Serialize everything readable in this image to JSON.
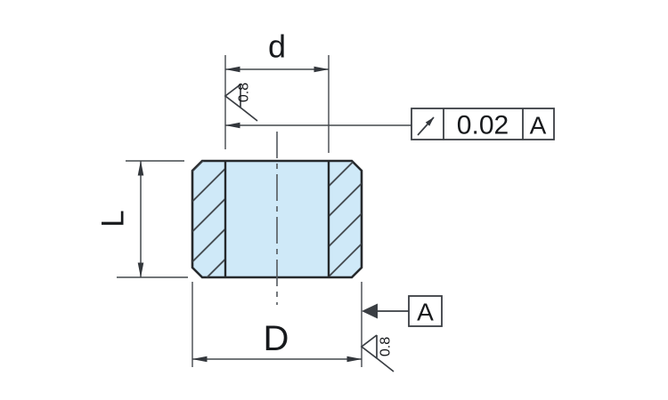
{
  "drawing": {
    "type": "technical-drawing",
    "subject": "bushing cross-section with dimensions and tolerances",
    "dimensions": {
      "bore_diameter_label": "d",
      "outer_diameter_label": "D",
      "length_label": "L"
    },
    "surface_finish_top": {
      "roughness_value": "0.8",
      "symbol": "machined-surface-roughness"
    },
    "surface_finish_bottom": {
      "roughness_value": "0.8",
      "symbol": "machined-surface-roughness"
    },
    "feature_control_frame": {
      "geometric_symbol": "circular-runout-icon",
      "tolerance_value": "0.02",
      "datum_reference": "A"
    },
    "datum_feature": {
      "label": "A"
    },
    "colors": {
      "part_fill": "#cfe9f8",
      "outline": "#26292c",
      "dimension_line": "#44484d",
      "frame_line": "#3a3e43",
      "centerline": "#54595e",
      "hatch": "#3c4045",
      "text": "#17191c"
    }
  }
}
